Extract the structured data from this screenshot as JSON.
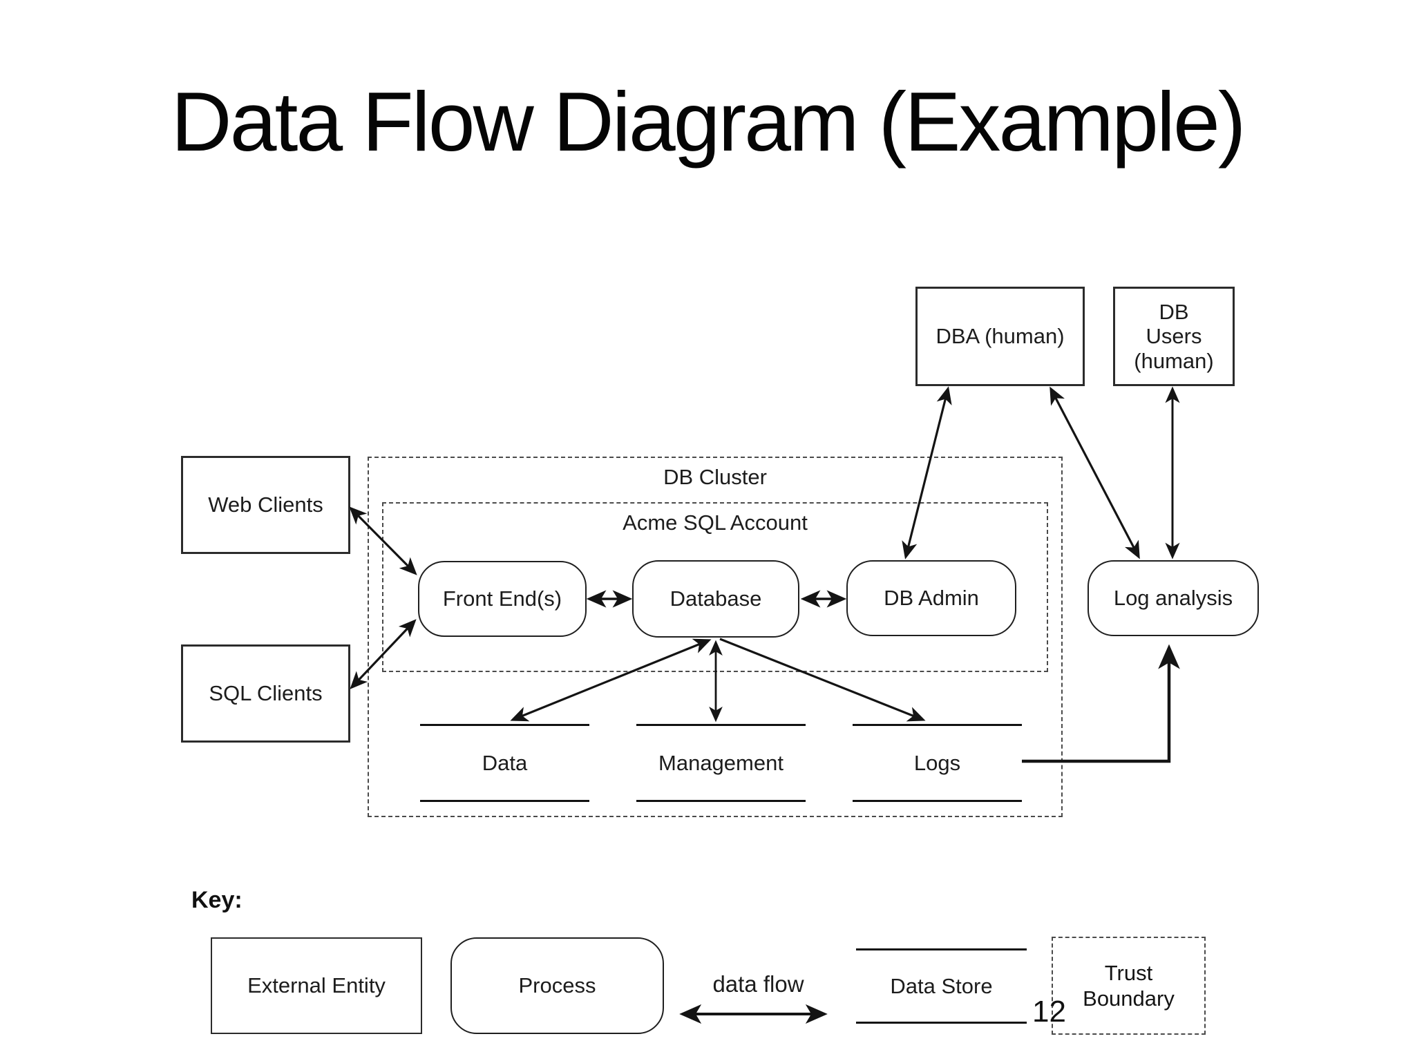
{
  "slide": {
    "title": "Data Flow Diagram (Example)",
    "page_number": "12"
  },
  "diagram": {
    "boundaries": {
      "db_cluster": "DB Cluster",
      "acme_sql_account": "Acme SQL Account"
    },
    "external_entities": {
      "web_clients": "Web Clients",
      "sql_clients": "SQL Clients",
      "dba": "DBA (human)",
      "db_users_lines": [
        "DB",
        "Users",
        "(human)"
      ]
    },
    "processes": {
      "front_ends": "Front End(s)",
      "database": "Database",
      "db_admin": "DB Admin",
      "log_analysis": "Log analysis"
    },
    "data_stores": {
      "data": "Data",
      "management": "Management",
      "logs": "Logs"
    }
  },
  "key": {
    "heading": "Key:",
    "external_entity": "External Entity",
    "process": "Process",
    "data_flow": "data flow",
    "data_store": "Data Store",
    "trust_boundary_lines": [
      "Trust",
      "Boundary"
    ]
  },
  "colors": {
    "ink": "#141414",
    "background": "#ffffff"
  }
}
